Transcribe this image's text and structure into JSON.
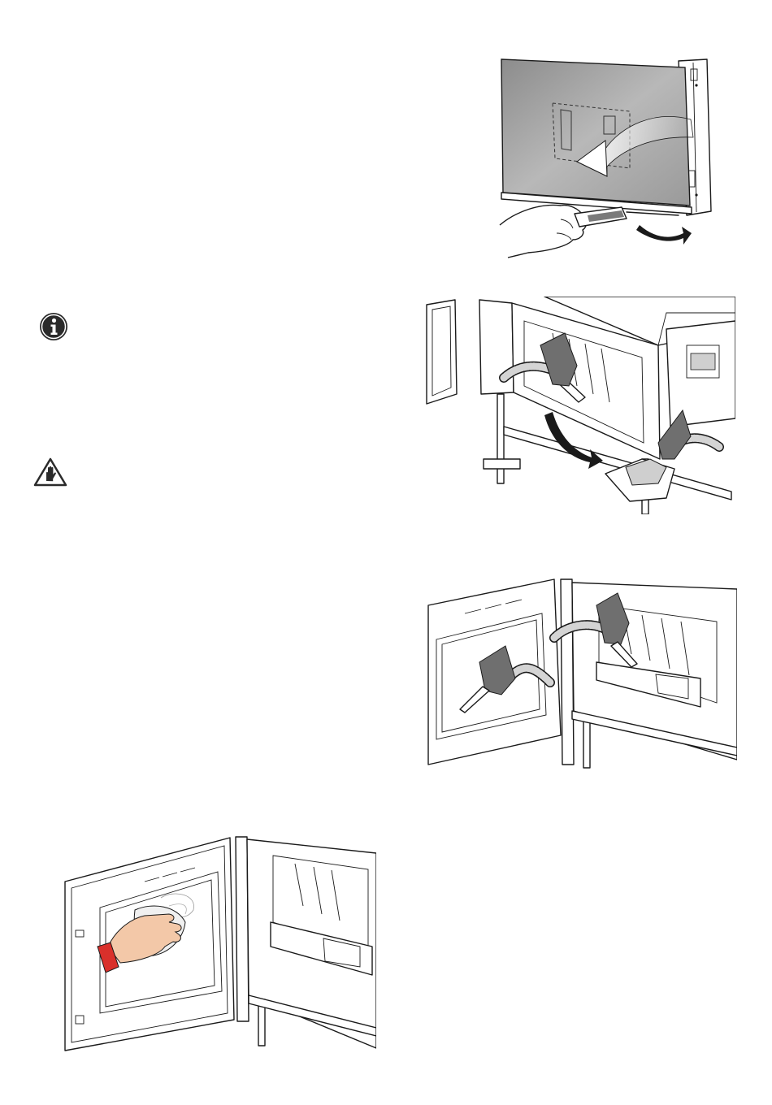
{
  "page": {
    "background": "#ffffff"
  },
  "icons": {
    "info": {
      "name": "info-icon",
      "color": "#2b2b2b"
    },
    "warning": {
      "name": "warning-hand-icon",
      "color": "#2b2b2b"
    }
  },
  "figures": [
    {
      "name": "figure-glass-removal"
    },
    {
      "name": "figure-burn-pot-removal"
    },
    {
      "name": "figure-vacuum-cleaning"
    },
    {
      "name": "figure-glass-wiping"
    }
  ],
  "colors": {
    "glass": "#a9a9a9",
    "glove": "#6f6f6f",
    "skin": "#f3c8a8",
    "cuff": "#d9302b",
    "line": "#1a1a1a"
  }
}
